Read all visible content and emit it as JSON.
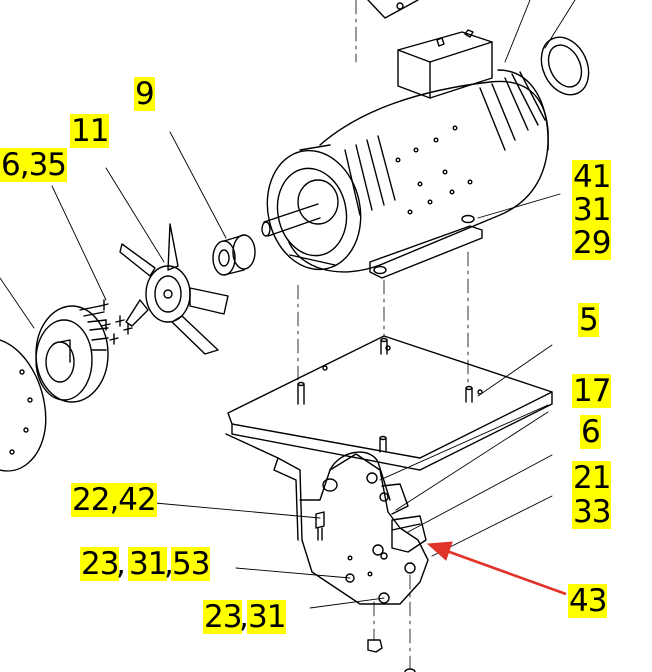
{
  "labels": {
    "l9": "9",
    "l11": "11",
    "l6_35": "6,35",
    "l41": "41",
    "l31a": "31",
    "l29": "29",
    "l5": "5",
    "l17": "17",
    "l6": "6",
    "l21": "21",
    "l33": "33",
    "l22_42": "22,42",
    "l23a": "23",
    "l31b": "31",
    "l53": "53",
    "l23b": "23",
    "l31c": "31",
    "l43": "43",
    "comma": ","
  },
  "colors": {
    "highlight": "#ffff00",
    "arrow": "#e0332a",
    "line": "#000000"
  }
}
